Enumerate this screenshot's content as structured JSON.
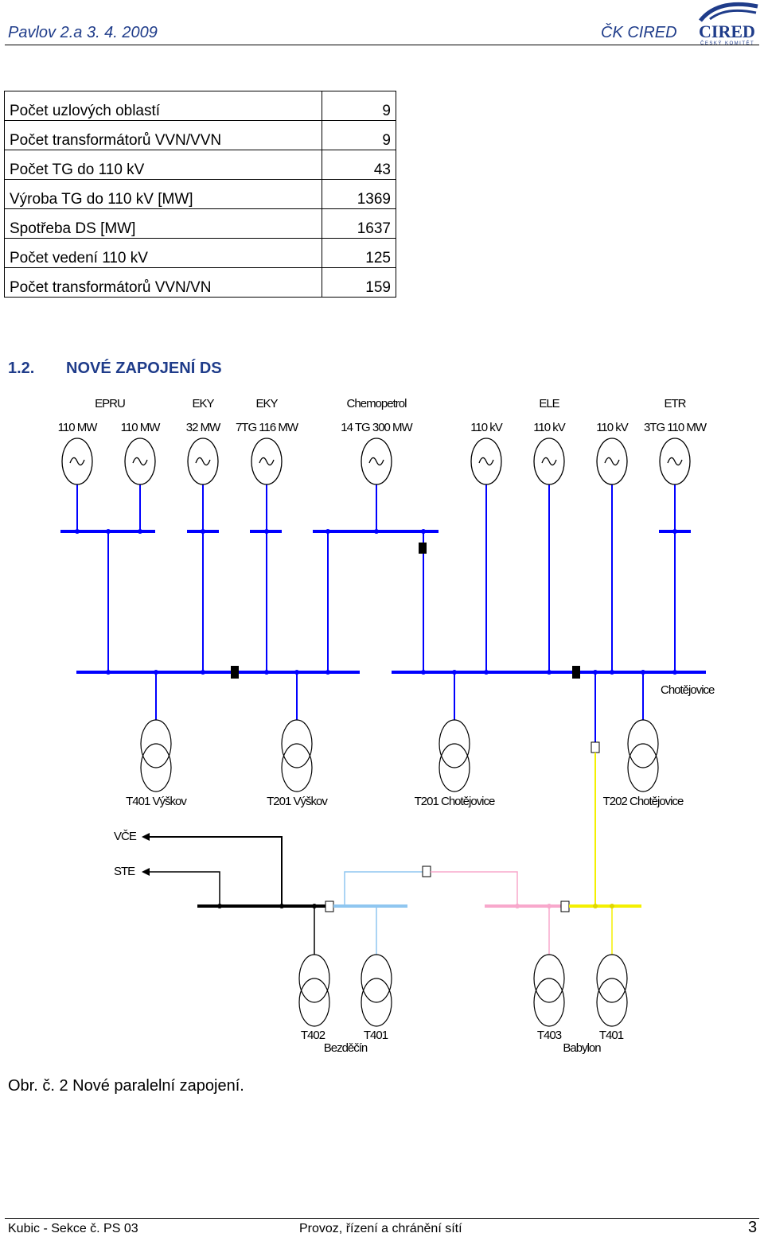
{
  "header": {
    "left": "Pavlov 2.a 3. 4. 2009",
    "right": "ČK CIRED",
    "logo_text": "CIRED",
    "logo_sub": "ČESKÝ KOMITÉT"
  },
  "stats": [
    {
      "label": "Počet uzlových oblastí",
      "value": "9"
    },
    {
      "label": "Počet transformátorů VVN/VVN",
      "value": "9"
    },
    {
      "label": "Počet TG do 110 kV",
      "value": "43"
    },
    {
      "label": "Výroba TG do 110 kV [MW]",
      "value": "1369"
    },
    {
      "label": "Spotřeba DS [MW]",
      "value": "1637"
    },
    {
      "label": "Počet vedení 110 kV",
      "value": "125"
    },
    {
      "label": "Počet transformátorů VVN/VN",
      "value": "159"
    }
  ],
  "section": {
    "number": "1.2.",
    "title": "NOVÉ ZAPOJENÍ DS"
  },
  "diagram": {
    "plants": [
      "EPRU",
      "EKY",
      "EKY",
      "Chemopetrol",
      "ELE",
      "ETR"
    ],
    "gen_ratings": [
      "110 MW",
      "110 MW",
      "32 MW",
      "7TG 116 MW",
      "14 TG 300 MW",
      "110 kV",
      "110 kV",
      "110 kV",
      "3TG 110 MW"
    ],
    "station": "Chotějovice",
    "transformers": [
      "T401 Výškov",
      "T201 Výškov",
      "T201 Chotějovice",
      "T202 Chotějovice"
    ],
    "outputs": [
      "VČE",
      "STE"
    ],
    "bottom_transformers": [
      "T402",
      "T401",
      "T403",
      "T401"
    ],
    "bottom_stations": [
      "Bezděčín",
      "Babylon"
    ]
  },
  "caption": "Obr. č. 2 Nové paralelní zapojení.",
  "footer": {
    "left": "Kubic - Sekce č. PS 03",
    "center": "Provoz, řízení a chránění sítí",
    "page": "3"
  }
}
